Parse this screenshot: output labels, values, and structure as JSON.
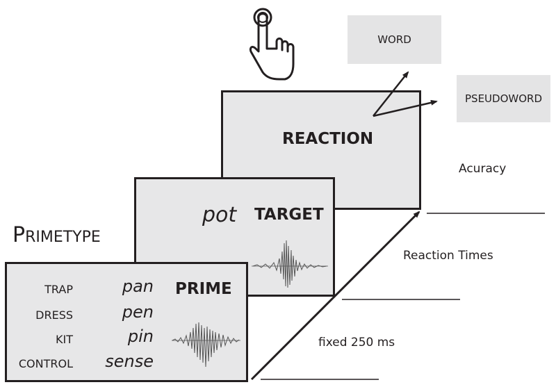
{
  "response_options": [
    "WORD",
    "PSEUDOWORD"
  ],
  "panels": {
    "reaction": {
      "label": "REACTION"
    },
    "target": {
      "label": "TARGET",
      "word": "pot"
    },
    "prime": {
      "label": "PRIME"
    }
  },
  "primetype": {
    "title_initial": "P",
    "title_rest": "RIMETYPE",
    "conditions": [
      {
        "type": "TRAP",
        "word": "pan"
      },
      {
        "type": "DRESS",
        "word": "pen"
      },
      {
        "type": "KIT",
        "word": "pin"
      },
      {
        "type": "CONTROL",
        "word": "sense"
      }
    ]
  },
  "measures": {
    "accuracy": "Acuracy",
    "reaction_times": "Reaction Times",
    "fixed": "fixed 250 ms"
  },
  "colors": {
    "panel_fill": "#e7e7e8",
    "response_fill": "#e4e4e5",
    "ink": "#231f20"
  },
  "icons": {
    "pointer": "pointing-hand-icon",
    "target_wave": "waveform-icon",
    "prime_wave": "waveform-icon"
  }
}
